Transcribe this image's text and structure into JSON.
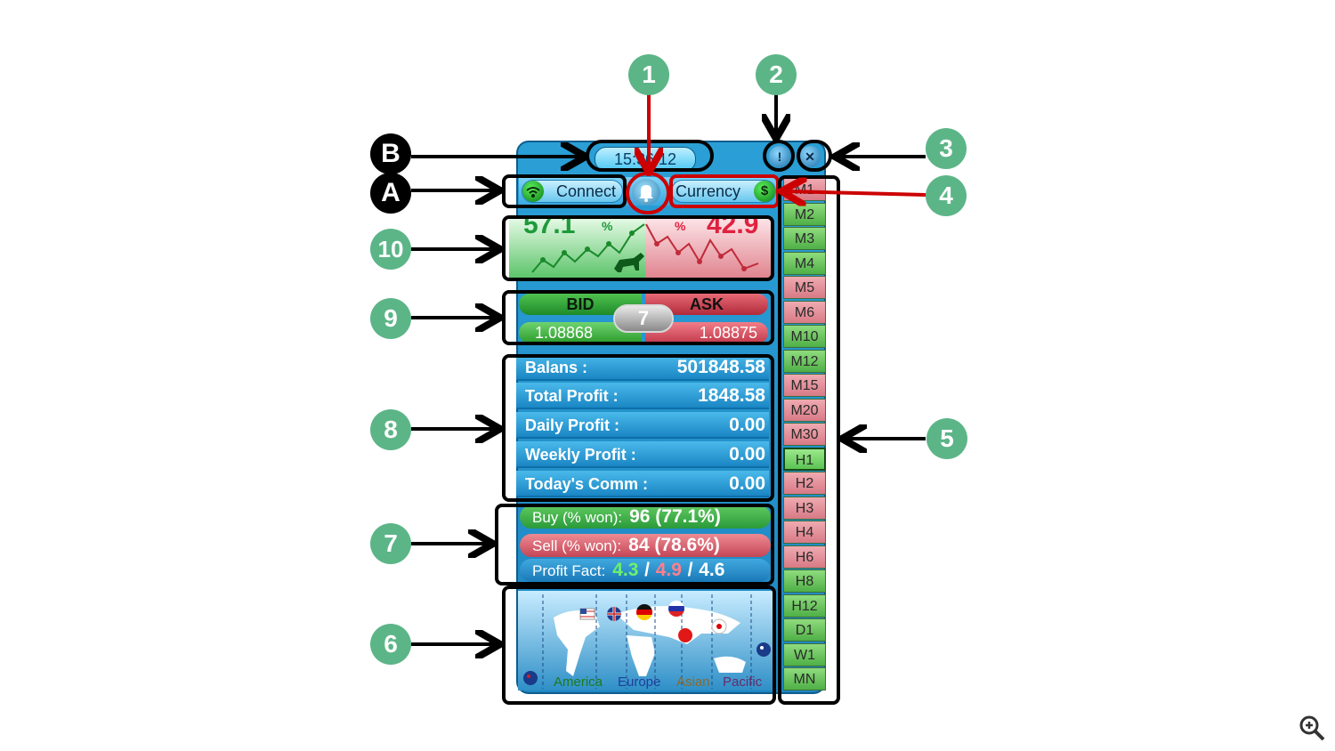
{
  "header": {
    "clock": "15:36:12",
    "alert_icon": "!",
    "close_icon": "✕"
  },
  "toolbar": {
    "connect_label": "Connect",
    "currency_label": "Currency",
    "currency_icon": "$"
  },
  "sentiment": {
    "bull_value": "57.1",
    "bull_unit": "%",
    "bear_value": "42.9",
    "bear_unit": "%",
    "bull_color": "#1e9a3a",
    "bear_color": "#e0223f"
  },
  "quote": {
    "bid_label": "BID",
    "ask_label": "ASK",
    "bid_value": "1.08868",
    "ask_value": "1.08875",
    "spread": "7"
  },
  "account": {
    "rows": [
      {
        "label": "Balans :",
        "value": "501848.58"
      },
      {
        "label": "Total Profit :",
        "value": "1848.58"
      },
      {
        "label": "Daily Profit :",
        "value": "0.00"
      },
      {
        "label": "Weekly Profit :",
        "value": "0.00"
      },
      {
        "label": "Today's Comm :",
        "value": "0.00"
      }
    ]
  },
  "trades": {
    "buy_label": "Buy (% won):",
    "buy_value": "96 (77.1%)",
    "sell_label": "Sell (% won):",
    "sell_value": "84 (78.6%)",
    "pf_label": "Profit Fact:",
    "pf_buy": "4.3",
    "pf_sell": "4.9",
    "pf_total": "4.6",
    "sep": "/"
  },
  "sessions": {
    "america": "America",
    "europe": "Europe",
    "asian": "Asian",
    "pacific": "Pacific"
  },
  "timeframes": [
    {
      "label": "M1",
      "color": "red"
    },
    {
      "label": "M2",
      "color": "green"
    },
    {
      "label": "M3",
      "color": "green"
    },
    {
      "label": "M4",
      "color": "green"
    },
    {
      "label": "M5",
      "color": "red"
    },
    {
      "label": "M6",
      "color": "red"
    },
    {
      "label": "M10",
      "color": "green"
    },
    {
      "label": "M12",
      "color": "green"
    },
    {
      "label": "M15",
      "color": "red"
    },
    {
      "label": "M20",
      "color": "red"
    },
    {
      "label": "M30",
      "color": "red"
    },
    {
      "label": "H1",
      "color": "selected"
    },
    {
      "label": "H2",
      "color": "red"
    },
    {
      "label": "H3",
      "color": "red"
    },
    {
      "label": "H4",
      "color": "red"
    },
    {
      "label": "H6",
      "color": "red"
    },
    {
      "label": "H8",
      "color": "green"
    },
    {
      "label": "H12",
      "color": "green"
    },
    {
      "label": "D1",
      "color": "green"
    },
    {
      "label": "W1",
      "color": "green"
    },
    {
      "label": "MN",
      "color": "green"
    }
  ],
  "callouts": {
    "n1": "1",
    "n2": "2",
    "n3": "3",
    "n4": "4",
    "n5": "5",
    "n6": "6",
    "n7": "7",
    "n8": "8",
    "n9": "9",
    "n10": "10",
    "a": "A",
    "b": "B"
  }
}
